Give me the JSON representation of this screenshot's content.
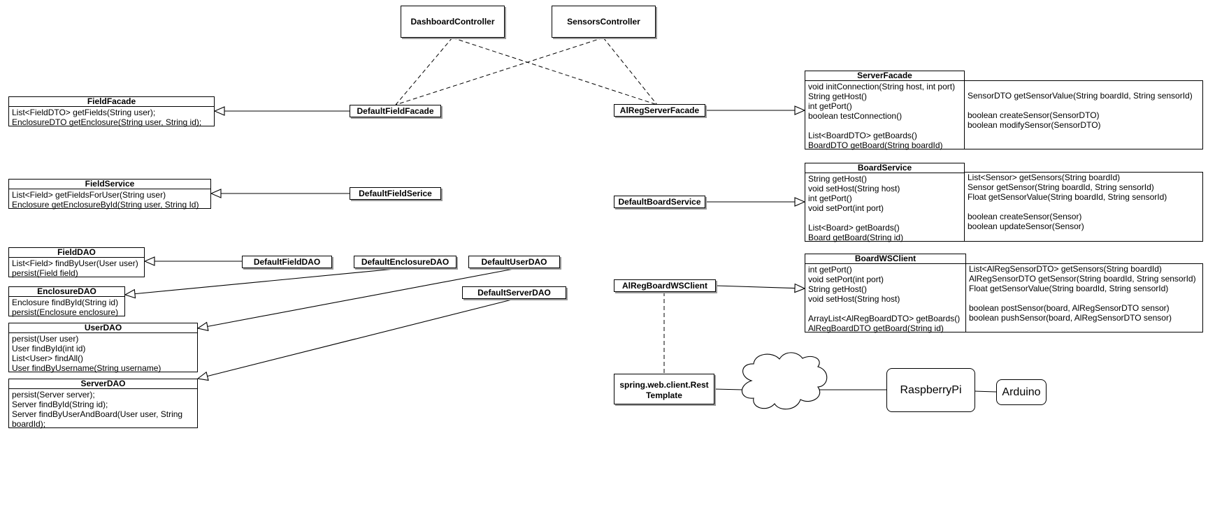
{
  "controllers": {
    "dashboard": "DashboardController",
    "sensors": "SensorsController"
  },
  "field_facade": {
    "name": "FieldFacade",
    "methods": [
      "List<FieldDTO> getFields(String user);",
      "EnclosureDTO getEnclosure(String user, String id);"
    ]
  },
  "field_service": {
    "name": "FieldService",
    "methods": [
      "List<Field>  getFieldsForUser(String user)",
      "Enclosure getEnclosureById(String user, String Id)"
    ]
  },
  "field_dao": {
    "name": "FieldDAO",
    "methods": [
      "List<Field> findByUser(User user)",
      "persist(Field field)"
    ]
  },
  "enclosure_dao": {
    "name": "EnclosureDAO",
    "methods": [
      "Enclosure findById(String id)",
      "persist(Enclosure enclosure)"
    ]
  },
  "user_dao": {
    "name": "UserDAO",
    "methods": [
      "persist(User user)",
      "User findById(int id)",
      "List<User> findAll()",
      "User findByUsername(String username)"
    ]
  },
  "server_dao": {
    "name": "ServerDAO",
    "methods": [
      "persist(Server server);",
      "Server findById(String id);",
      "Server findByUserAndBoard(User user, String",
      "boardId);"
    ]
  },
  "implementations": {
    "default_field_facade": "DefaultFieldFacade",
    "default_field_service": "DefaultFieldSerice",
    "default_field_dao": "DefaultFieldDAO",
    "default_enclosure_dao": "DefaultEnclosureDAO",
    "default_user_dao": "DefaultUserDAO",
    "default_server_dao": "DefaultServerDAO",
    "alreg_server_facade": "AlRegServerFacade",
    "default_board_service": "DefaultBoardService",
    "alreg_board_ws_client": "AlRegBoardWSClient"
  },
  "server_facade": {
    "name": "ServerFacade",
    "methods": [
      "void initConnection(String host, int port)",
      "String getHost()",
      "int getPort()",
      "boolean testConnection()",
      "",
      "List<BoardDTO> getBoards()",
      "BoardDTO getBoard(String boardId)"
    ],
    "extra": [
      "",
      "SensorDTO getSensorValue(String boardId, String sensorId)",
      "",
      "boolean createSensor(SensorDTO)",
      "boolean modifySensor(SensorDTO)"
    ]
  },
  "board_service": {
    "name": "BoardService",
    "methods": [
      "String getHost()",
      "void setHost(String host)",
      "int getPort()",
      "void setPort(int port)",
      "",
      "List<Board> getBoards()",
      "Board getBoard(String id)"
    ],
    "extra": [
      "List<Sensor> getSensors(String boardId)",
      "Sensor getSensor(String boardId, String sensorId)",
      "Float getSensorValue(String boardId, String sensorId)",
      "",
      "boolean createSensor(Sensor)",
      "boolean updateSensor(Sensor)"
    ]
  },
  "board_ws_client": {
    "name": "BoardWSClient",
    "methods": [
      "int getPort()",
      "void setPort(int port)",
      "String getHost()",
      "void setHost(String host)",
      "",
      "ArrayList<AlRegBoardDTO> getBoards()",
      "AlRegBoardDTO getBoard(String id)"
    ],
    "extra": [
      "List<AlRegSensorDTO> getSensors(String boardId)",
      "AlRegSensorDTO getSensor(String boardId, String sensorId)",
      "Float getSensorValue(String boardId, String sensorId)",
      "",
      "boolean postSensor(board, AlRegSensorDTO sensor)",
      "boolean pushSensor(board, AlRegSensorDTO sensor)"
    ]
  },
  "rest_template": {
    "line1": "spring.web.client.Rest",
    "line2": "Template"
  },
  "hardware": {
    "raspberry": "RaspberryPi",
    "arduino": "Arduino"
  }
}
